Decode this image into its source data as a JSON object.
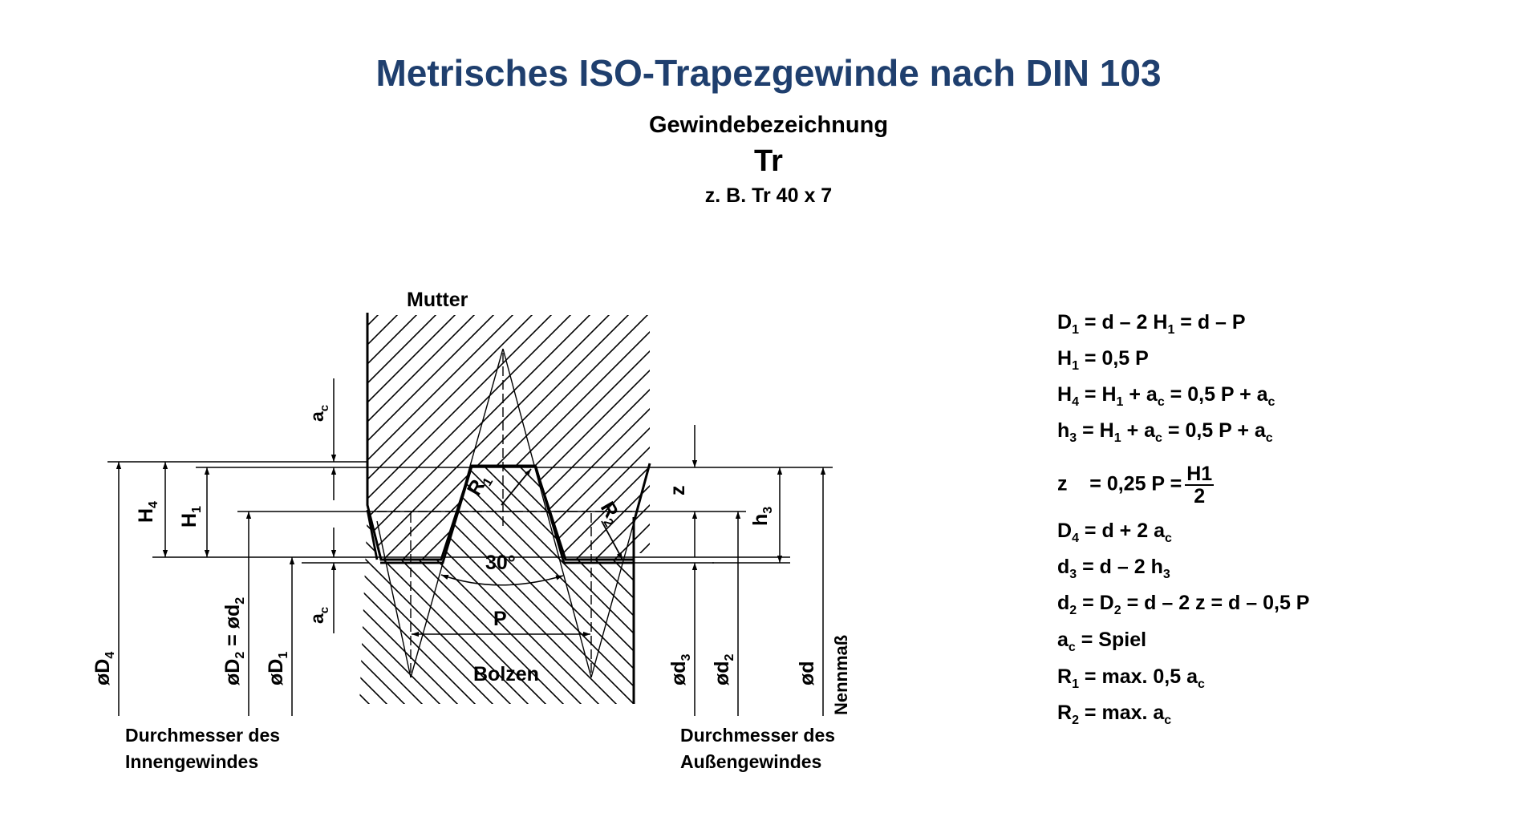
{
  "title": "Metrisches ISO-Trapezgewinde nach DIN 103",
  "subtitle": "Gewindebezeichnung",
  "code": "Tr",
  "example": "z. B. Tr 40 x 7",
  "diagram": {
    "nut_label": "Mutter",
    "bolt_label": "Bolzen",
    "angle_label": "30°",
    "pitch_label": "P",
    "inner_caption_line1": "Durchmesser des",
    "inner_caption_line2": "Innengewindes",
    "outer_caption_line1": "Durchmesser des",
    "outer_caption_line2": "Außengewindes",
    "dim": {
      "ac": "a",
      "ac_sub": "c",
      "H4": "H",
      "H4_sub": "4",
      "H1": "H",
      "H1_sub": "1",
      "z": "z",
      "h3": "h",
      "h3_sub": "3",
      "R1": "R",
      "R1_sub": "1",
      "R2": "R",
      "R2_sub": "2",
      "D4": "øD",
      "D4_sub": "4",
      "D2d2_a": "øD",
      "D2d2_a_sub": "2",
      "D2d2_b": " = ød",
      "D2d2_b_sub": "2",
      "D1": "øD",
      "D1_sub": "1",
      "d3": "ød",
      "d3_sub": "3",
      "d2": "ød",
      "d2_sub": "2",
      "d": "ød",
      "nennmass": "Nennmaß"
    }
  },
  "formulas": {
    "f1": {
      "a": "D",
      "a_sub": "1",
      "b": " = d – 2 H",
      "b_sub": "1",
      "c": " = d – P"
    },
    "f2": {
      "a": "H",
      "a_sub": "1",
      "b": " = 0,5 P"
    },
    "f3": {
      "a": "H",
      "a_sub": "4",
      "b": " = H",
      "b_sub": "1",
      "c": " + a",
      "c_sub": "c",
      "d": " = 0,5 P + a",
      "d_sub": "c"
    },
    "f4": {
      "a": "h",
      "a_sub": "3",
      "b": " = H",
      "b_sub": "1",
      "c": " + a",
      "c_sub": "c",
      "d": " = 0,5 P + a",
      "d_sub": "c"
    },
    "f5": {
      "a": "z",
      "b": "    = 0,25 P =",
      "num": "H1",
      "den": "2"
    },
    "f6": {
      "a": "D",
      "a_sub": "4",
      "b": " = d + 2 a",
      "b_sub": "c"
    },
    "f7": {
      "a": "d",
      "a_sub": "3",
      "b": " = d – 2 h",
      "b_sub": "3"
    },
    "f8": {
      "a": "d",
      "a_sub": "2",
      "b": " = D",
      "b_sub": "2",
      "c": " = d – 2 z = d – 0,5 P"
    },
    "f9": {
      "a": "a",
      "a_sub": "c",
      "b": " = Spiel"
    },
    "f10": {
      "a": "R",
      "a_sub": "1",
      "b": " = max. 0,5 a",
      "b_sub": "c"
    },
    "f11": {
      "a": "R",
      "a_sub": "2",
      "b": " = max. a",
      "b_sub": "c"
    }
  },
  "colors": {
    "title": "#1f3f6e",
    "lines": "#000000",
    "background": "#ffffff"
  }
}
